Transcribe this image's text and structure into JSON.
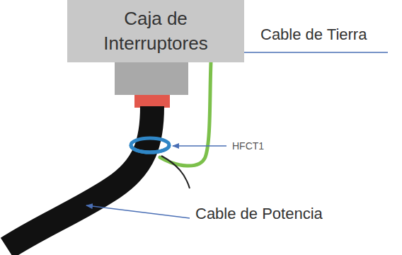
{
  "diagram": {
    "nodes": [
      {
        "text": [
          "Caja de Interruptores"
        ]
      }
    ],
    "labels": [
      "Cable de Tierra",
      "HFCT1",
      "Cable de Potencia"
    ]
  }
}
